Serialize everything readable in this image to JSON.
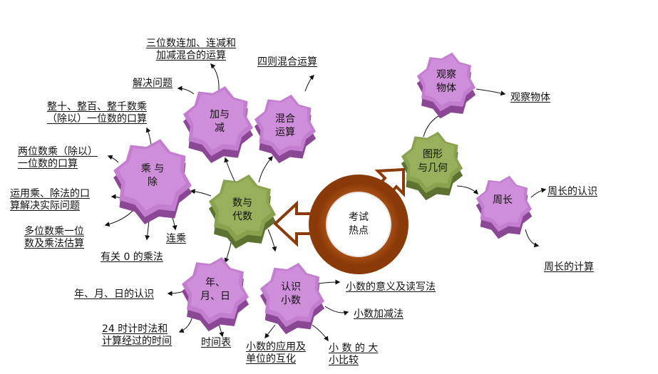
{
  "center": {
    "line1": "考试",
    "line2": "热点"
  },
  "nodes": {
    "math_algebra": {
      "line1": "数与",
      "line2": "代数"
    },
    "add_sub": {
      "line1": "加与",
      "line2": "减"
    },
    "mixed_ops": {
      "line1": "混合",
      "line2": "运算"
    },
    "mul_div": {
      "line1": "乘  与",
      "line2": "除"
    },
    "ymd": {
      "line1": "年、",
      "line2": "月、日"
    },
    "decimals": {
      "line1": "认识",
      "line2": "小数"
    },
    "geometry": {
      "line1": "图形",
      "line2": "与几何"
    },
    "observe": {
      "line1": "观察",
      "line2": "物体"
    },
    "perimeter": {
      "line1": "周长"
    }
  },
  "leaves": {
    "three_digit": {
      "line1": "三位数连加、连减和",
      "line2": "加减混合的运算"
    },
    "four_mixed": "四则混合运算",
    "solve": "解决问题",
    "whole_tens": {
      "line1": "整十、整百、整千数乘",
      "line2": "（除以）一位数的口算"
    },
    "two_digit": {
      "line1": "两位数乘（除以）",
      "line2": "一位数的口算"
    },
    "apply_md": {
      "line1": "运用乘、除法的口",
      "line2": "算解决实际问题"
    },
    "multi_digit": {
      "line1": "多位数乘一位",
      "line2": "数及乘法估算"
    },
    "continuous": "连乘",
    "zero_mult": "有关 0 的乘法",
    "ymd_know": "年、月、日的认识",
    "h24": {
      "line1": "24 时计时法和",
      "line2": "计算经过的时间"
    },
    "timetable": "时间表",
    "dec_apply": {
      "line1": "小数的应用及",
      "line2": "单位的互化"
    },
    "dec_compare": {
      "line1": "小 数 的 大",
      "line2": "小比较"
    },
    "dec_meaning": "小数的意义及读写法",
    "dec_addsub": "小数加减法",
    "observe_obj": "观察物体",
    "perim_know": "周长的认识",
    "perim_calc": "周长的计算"
  },
  "colors": {
    "purple": "#c47ed0",
    "purple_top": "#d99ae2",
    "purple_dark": "#8a4793",
    "green": "#8aa24e",
    "green_top": "#a4bb66",
    "green_dark": "#5d7130",
    "ring": "#a54a0e",
    "ring_dark": "#7a3308",
    "arrow_edge": "#8b3a0a"
  }
}
